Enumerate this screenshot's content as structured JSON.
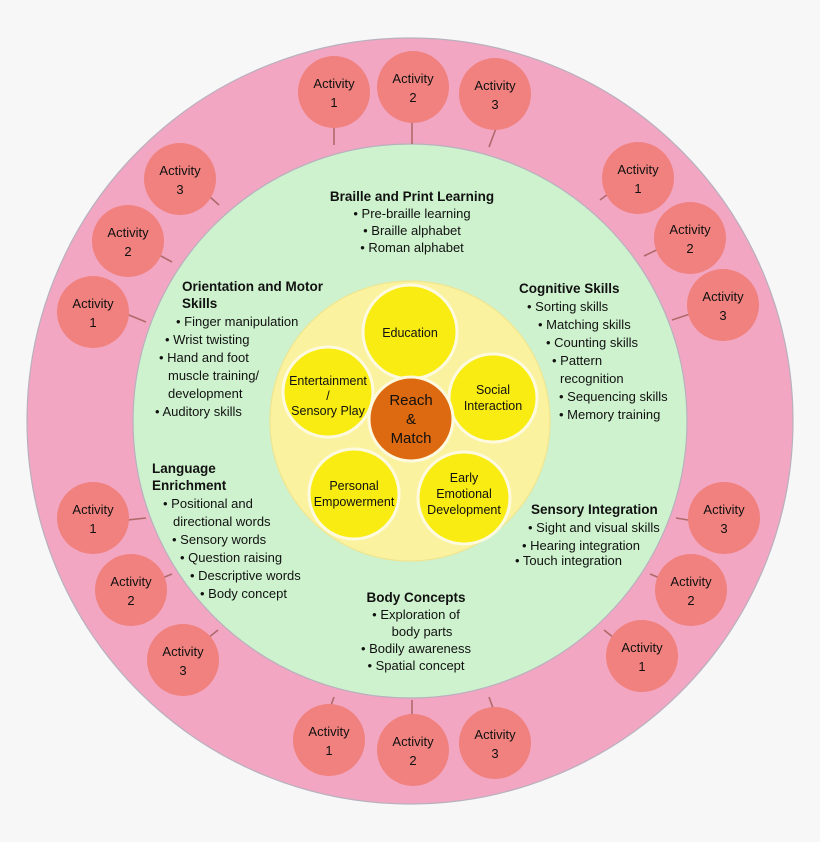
{
  "diagram": {
    "title": "Reach & Match program concentric model",
    "colors": {
      "outer_ring": "#f2a6c2",
      "middle_ring": "#cef2ce",
      "inner_disc": "#fbf2a0",
      "node_yellow": "#f9ec13",
      "core_orange": "#dd6a10",
      "activity_bubble": "#f0817e",
      "background": "#f7f7f7"
    }
  },
  "core": {
    "label_line1": "Reach",
    "label_line2": "&",
    "label_line3": "Match"
  },
  "inner_nodes": [
    {
      "id": "education",
      "lines": [
        "Education"
      ]
    },
    {
      "id": "social-interaction",
      "lines": [
        "Social",
        "Interaction"
      ]
    },
    {
      "id": "early-emotional-development",
      "lines": [
        "Early",
        "Emotional",
        "Development"
      ]
    },
    {
      "id": "personal-empowerment",
      "lines": [
        "Personal",
        "Empowerment"
      ]
    },
    {
      "id": "entertainment-sensory-play",
      "lines": [
        "Entertainment",
        "/",
        "Sensory Play"
      ]
    }
  ],
  "sections": [
    {
      "id": "braille-and-print-learning",
      "title": "Braille and Print Learning",
      "items": [
        "Pre-braille learning",
        "Braille alphabet",
        "Roman alphabet"
      ]
    },
    {
      "id": "cognitive-skills",
      "title": "Cognitive Skills",
      "items": [
        "Sorting skills",
        "Matching skills",
        "Counting skills",
        "Pattern recognition",
        "Sequencing skills",
        "Memory training"
      ]
    },
    {
      "id": "sensory-integration",
      "title": "Sensory Integration",
      "items": [
        "Sight and visual skills",
        "Hearing integration",
        "Touch integration"
      ]
    },
    {
      "id": "body-concepts",
      "title": "Body Concepts",
      "items": [
        "Exploration of body parts",
        "Bodily awareness",
        "Spatial concept"
      ]
    },
    {
      "id": "language-enrichment",
      "title": "Language Enrichment",
      "items": [
        "Positional and directional words",
        "Sensory words",
        "Question raising",
        "Descriptive words",
        "Body concept"
      ]
    },
    {
      "id": "orientation-and-motor-skills",
      "title": "Orientation and Motor Skills",
      "items": [
        "Finger manipulation",
        "Wrist twisting",
        "Hand and foot muscle training/ development",
        "Auditory skills"
      ]
    }
  ],
  "section_text": {
    "braille": {
      "title": "Braille and Print Learning",
      "l1": "• Pre-braille learning",
      "l2": "• Braille alphabet",
      "l3": "• Roman alphabet"
    },
    "cognitive": {
      "title": "Cognitive Skills",
      "l1": "• Sorting skills",
      "l2": "• Matching skills",
      "l3": "• Counting skills",
      "l4": "• Pattern",
      "l5": "recognition",
      "l6": "• Sequencing skills",
      "l7": "• Memory training"
    },
    "sensory": {
      "title": "Sensory Integration",
      "l1": "• Sight and visual skills",
      "l2": "• Hearing integration",
      "l3": "• Touch integration"
    },
    "body": {
      "title": "Body Concepts",
      "l1": "• Exploration of",
      "l2": "body parts",
      "l3": "• Bodily awareness",
      "l4": "• Spatial concept"
    },
    "language": {
      "title1": "Language",
      "title2": "Enrichment",
      "l1": "• Positional and",
      "l2": "directional words",
      "l3": "• Sensory words",
      "l4": "• Question raising",
      "l5": "• Descriptive words",
      "l6": "• Body concept"
    },
    "orientation": {
      "title1": "Orientation and Motor",
      "title2": "Skills",
      "l1": "• Finger manipulation",
      "l2": "• Wrist twisting",
      "l3": "• Hand and foot",
      "l4": "muscle training/",
      "l5": "development",
      "l6": "• Auditory skills"
    }
  },
  "activity_word": "Activity",
  "activity_clusters": [
    {
      "id": "top",
      "numbers": [
        "1",
        "2",
        "3"
      ]
    },
    {
      "id": "upper-right",
      "numbers": [
        "1",
        "2",
        "3"
      ]
    },
    {
      "id": "lower-right",
      "numbers": [
        "3",
        "2",
        "1"
      ]
    },
    {
      "id": "bottom",
      "numbers": [
        "1",
        "2",
        "3"
      ]
    },
    {
      "id": "lower-left",
      "numbers": [
        "1",
        "2",
        "3"
      ]
    },
    {
      "id": "upper-left",
      "numbers": [
        "3",
        "2",
        "1"
      ]
    }
  ],
  "activities": {
    "top_1": "1",
    "top_2": "2",
    "top_3": "3",
    "ur_1": "1",
    "ur_2": "2",
    "ur_3": "3",
    "lr_3": "3",
    "lr_2": "2",
    "lr_1": "1",
    "bot_1": "1",
    "bot_2": "2",
    "bot_3": "3",
    "ll_1": "1",
    "ll_2": "2",
    "ll_3": "3",
    "ul_3": "3",
    "ul_2": "2",
    "ul_1": "1"
  }
}
